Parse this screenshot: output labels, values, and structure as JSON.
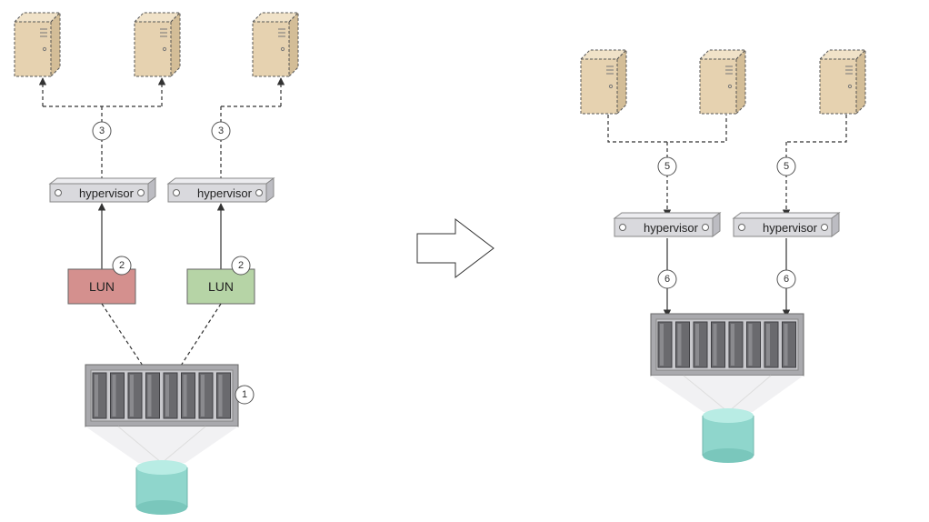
{
  "left": {
    "hypervisor_label": "hypervisor",
    "lun_label": "LUN",
    "steps": {
      "storage": "1",
      "lun": "2",
      "host": "3"
    },
    "lun_colors": [
      "#d4908e",
      "#b6d4a6"
    ]
  },
  "right": {
    "hypervisor_label": "hypervisor",
    "steps": {
      "host": "5",
      "storage": "6"
    }
  },
  "colors": {
    "server": "#e6d2b0",
    "hypervisor": "#d9d9dd",
    "storage_frame": "#a9a9ad",
    "disk": "#6a6a6e",
    "cylinder": "#8fd6cc"
  },
  "icons": {
    "server": "server-tower-icon",
    "hypervisor": "hypervisor-appliance-icon",
    "storage": "storage-array-icon",
    "disk": "storage-cylinder-icon",
    "transition": "right-arrow-icon"
  }
}
